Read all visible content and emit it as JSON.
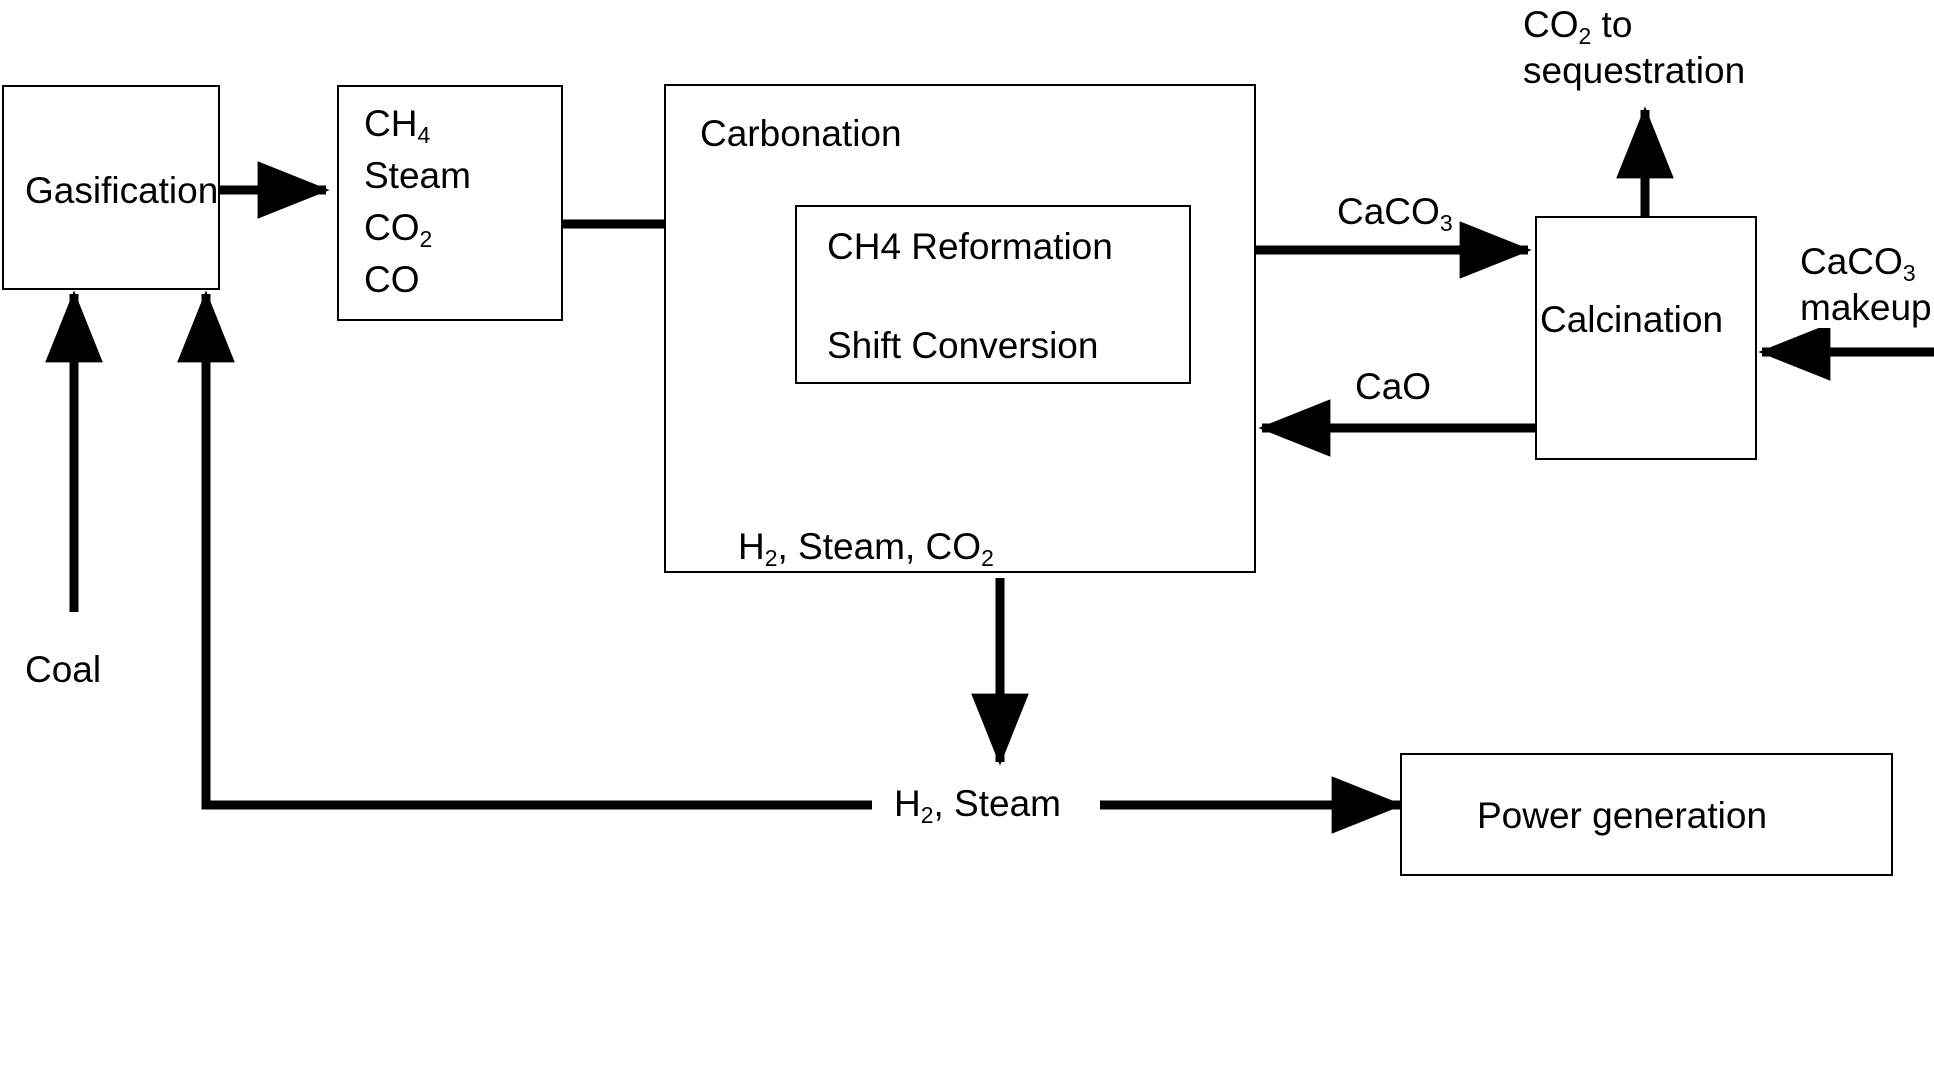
{
  "diagram": {
    "title": "Coal gasification with calcium looping CO2 capture process flow diagram",
    "line_color": "#000000",
    "background_color": "#ffffff",
    "nodes": {
      "gasification": {
        "label": "Gasification"
      },
      "gas_products": {
        "lines": [
          "CH",
          "Steam",
          "CO",
          "CO"
        ],
        "line1_base": "CH",
        "line1_sub": "4",
        "line2": "Steam",
        "line3_base": "CO",
        "line3_sub": "2",
        "line4": "CO"
      },
      "carbonation": {
        "label": "Carbonation"
      },
      "reformation": {
        "line1": "CH4 Reformation",
        "line2": "Shift Conversion"
      },
      "calcination": {
        "label": "Calcination"
      },
      "power_generation": {
        "label": "Power generation"
      }
    },
    "streams": {
      "coal": {
        "label": "Coal"
      },
      "caco3_to_calciner": {
        "base": "CaCO",
        "sub": "3"
      },
      "cao_return": {
        "label": "CaO"
      },
      "co2_sequestration": {
        "line1_base": "CO",
        "line1_sub": "2",
        "line1_tail": " to",
        "line2": "sequestration"
      },
      "caco3_makeup": {
        "line1_base": "CaCO",
        "line1_sub": "3",
        "line2": "makeup"
      },
      "h2_steam_co2": {
        "part1_base": "H",
        "part1_sub": "2",
        "part2": ", Steam, CO",
        "part2_sub": "2"
      },
      "h2_steam": {
        "part1_base": "H",
        "part1_sub": "2",
        "part2": ", Steam"
      }
    }
  }
}
